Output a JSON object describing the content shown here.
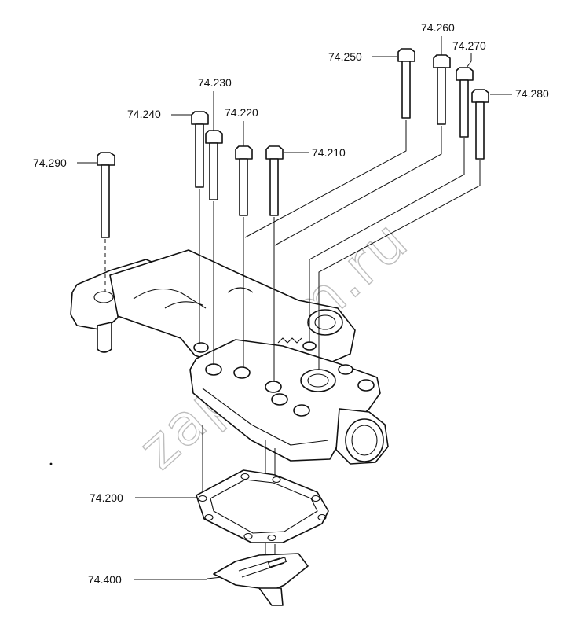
{
  "watermark": "zapcram.ru",
  "callouts": [
    {
      "id": "74.290"
    },
    {
      "id": "74.240"
    },
    {
      "id": "74.230"
    },
    {
      "id": "74.220"
    },
    {
      "id": "74.210"
    },
    {
      "id": "74.250"
    },
    {
      "id": "74.260"
    },
    {
      "id": "74.270"
    },
    {
      "id": "74.280"
    },
    {
      "id": "74.200"
    },
    {
      "id": "74.400"
    }
  ]
}
